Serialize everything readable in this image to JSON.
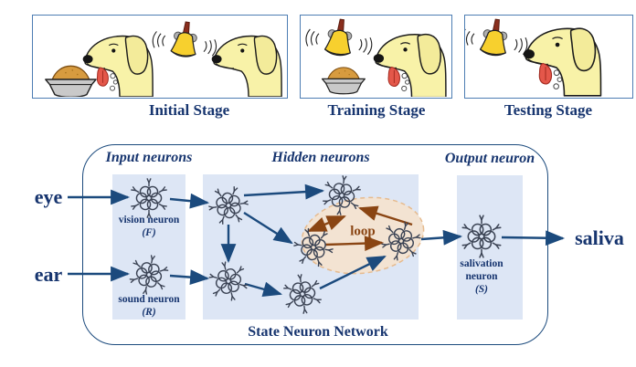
{
  "stages": [
    {
      "label": "Initial Stage"
    },
    {
      "label": "Training Stage"
    },
    {
      "label": "Testing Stage"
    }
  ],
  "network": {
    "headers": {
      "input": "Input neurons",
      "hidden": "Hidden neurons",
      "output": "Output neuron"
    },
    "io": {
      "eye": "eye",
      "ear": "ear",
      "saliva": "saliva"
    },
    "neurons": {
      "vision": {
        "name": "vision neuron",
        "symbol": "(F)"
      },
      "sound": {
        "name": "sound neuron",
        "symbol": "(R)"
      },
      "salivation": {
        "name_line1": "salivation",
        "name_line2": "neuron",
        "symbol": "(S)"
      }
    },
    "loop_label": "loop",
    "title": "State Neuron Network",
    "colors": {
      "arrow_blue": "#1b4a7d",
      "loop_brown": "#8a4513",
      "box_fill": "#dde6f5",
      "ellipse_fill": "#f3e3d2",
      "ellipse_border": "#e6bb8f",
      "text_navy": "#17356f",
      "stage_border": "#4d7db3",
      "dog_body": "#f8f2a8",
      "bell_yellow": "#f7d02e",
      "tongue_red": "#e4574a",
      "bowl_gray": "#c9c9c9",
      "food_brown": "#d79b3f"
    }
  }
}
